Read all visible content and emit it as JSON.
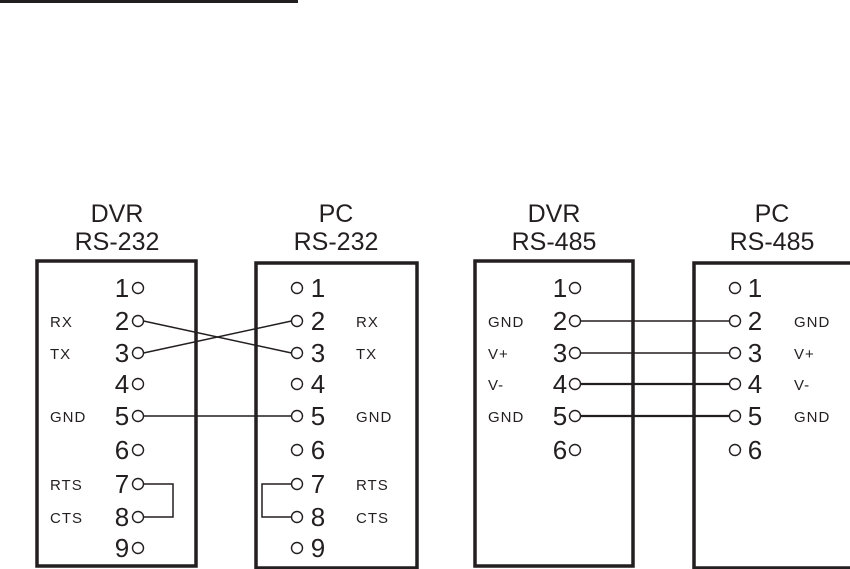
{
  "connectors": [
    {
      "id": "dvr-rs232",
      "title": [
        "DVR",
        "RS-232"
      ],
      "side": "left",
      "pins": [
        {
          "num": "1",
          "signal": ""
        },
        {
          "num": "2",
          "signal": "RX"
        },
        {
          "num": "3",
          "signal": "TX"
        },
        {
          "num": "4",
          "signal": ""
        },
        {
          "num": "5",
          "signal": "GND"
        },
        {
          "num": "6",
          "signal": ""
        },
        {
          "num": "7",
          "signal": "RTS"
        },
        {
          "num": "8",
          "signal": "CTS"
        },
        {
          "num": "9",
          "signal": ""
        }
      ]
    },
    {
      "id": "pc-rs232",
      "title": [
        "PC",
        "RS-232"
      ],
      "side": "right",
      "pins": [
        {
          "num": "1",
          "signal": ""
        },
        {
          "num": "2",
          "signal": "RX"
        },
        {
          "num": "3",
          "signal": "TX"
        },
        {
          "num": "4",
          "signal": ""
        },
        {
          "num": "5",
          "signal": "GND"
        },
        {
          "num": "6",
          "signal": ""
        },
        {
          "num": "7",
          "signal": "RTS"
        },
        {
          "num": "8",
          "signal": "CTS"
        },
        {
          "num": "9",
          "signal": ""
        }
      ]
    },
    {
      "id": "dvr-rs485",
      "title": [
        "DVR",
        "RS-485"
      ],
      "side": "left",
      "pins": [
        {
          "num": "1",
          "signal": ""
        },
        {
          "num": "2",
          "signal": "GND"
        },
        {
          "num": "3",
          "signal": "V+"
        },
        {
          "num": "4",
          "signal": "V-"
        },
        {
          "num": "5",
          "signal": "GND"
        },
        {
          "num": "6",
          "signal": ""
        }
      ]
    },
    {
      "id": "pc-rs485",
      "title": [
        "PC",
        "RS-485"
      ],
      "side": "right",
      "pins": [
        {
          "num": "1",
          "signal": ""
        },
        {
          "num": "2",
          "signal": "GND"
        },
        {
          "num": "3",
          "signal": "V+"
        },
        {
          "num": "4",
          "signal": "V-"
        },
        {
          "num": "5",
          "signal": "GND"
        },
        {
          "num": "6",
          "signal": ""
        }
      ]
    }
  ],
  "connections": [
    {
      "from": [
        "dvr-rs232",
        "2"
      ],
      "to": [
        "pc-rs232",
        "3"
      ],
      "style": "straight"
    },
    {
      "from": [
        "dvr-rs232",
        "3"
      ],
      "to": [
        "pc-rs232",
        "2"
      ],
      "style": "straight"
    },
    {
      "from": [
        "dvr-rs232",
        "5"
      ],
      "to": [
        "pc-rs232",
        "5"
      ],
      "style": "straight"
    },
    {
      "from": [
        "dvr-rs232",
        "7"
      ],
      "to": [
        "dvr-rs232",
        "8"
      ],
      "style": "loopback"
    },
    {
      "from": [
        "pc-rs232",
        "7"
      ],
      "to": [
        "pc-rs232",
        "8"
      ],
      "style": "loopback"
    },
    {
      "from": [
        "dvr-rs485",
        "2"
      ],
      "to": [
        "pc-rs485",
        "2"
      ],
      "style": "straight"
    },
    {
      "from": [
        "dvr-rs485",
        "3"
      ],
      "to": [
        "pc-rs485",
        "3"
      ],
      "style": "straight"
    },
    {
      "from": [
        "dvr-rs485",
        "4"
      ],
      "to": [
        "pc-rs485",
        "4"
      ],
      "style": "thick"
    },
    {
      "from": [
        "dvr-rs485",
        "5"
      ],
      "to": [
        "pc-rs485",
        "5"
      ],
      "style": "thick"
    }
  ]
}
